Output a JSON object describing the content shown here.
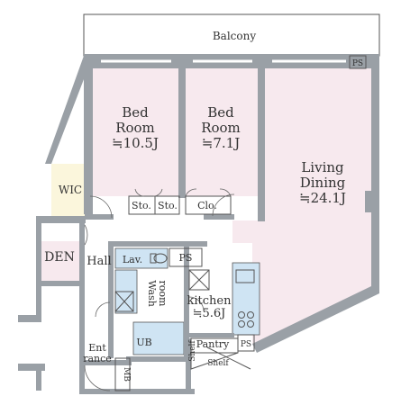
{
  "rooms": {
    "balcony": "Balcony",
    "bed1": {
      "name1": "Bed",
      "name2": "Room",
      "size": "≒10.5J"
    },
    "bed2": {
      "name1": "Bed",
      "name2": "Room",
      "size": "≒7.1J"
    },
    "living": {
      "name1": "Living",
      "name2": "Dining",
      "size": "≒24.1J"
    },
    "wic": "WIC",
    "den": "DEN",
    "hall": "Hall",
    "kitchen": {
      "name": "kitchen",
      "size": "≒5.6J"
    },
    "washroom": {
      "name1": "Wash",
      "name2": "room"
    },
    "entrance": {
      "name1": "Ent",
      "name2": "rance"
    },
    "ub": "UB",
    "pantry": "Pantry",
    "mb": "MB"
  },
  "fixtures": {
    "ps_top": "PS",
    "ps_lav": "PS",
    "ps_pantry": "PS",
    "sto1": "Sto.",
    "sto2": "Sto.",
    "clo": "Clo.",
    "lav": "Lav.",
    "shelf_v": "Shelf",
    "shelf_h": "Shelf"
  },
  "colors": {
    "room_fill": "#f7e9ee",
    "wic_fill": "#fbf6dc",
    "wall": "#9aa0a6",
    "water": "#cfe4f3"
  }
}
